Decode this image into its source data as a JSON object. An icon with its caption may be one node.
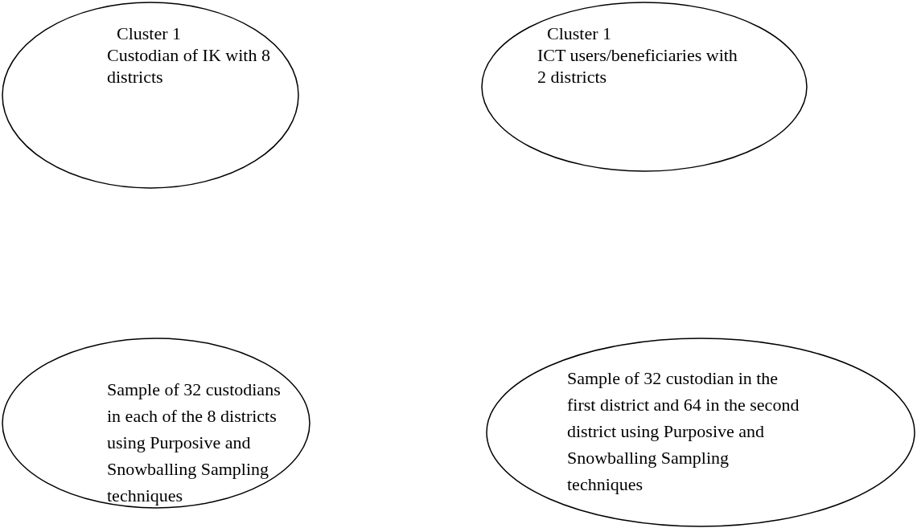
{
  "diagram": {
    "nodes": [
      {
        "text": [
          "Cluster 1",
          "Custodian of IK with 8 districts"
        ]
      },
      {
        "text": [
          "Cluster 1",
          "ICT users/beneficiaries with 2 districts"
        ]
      },
      {
        "text": [
          "Sample of 32 custodians in each of the 8 districts using Purposive and Snowballing Sampling techniques"
        ]
      },
      {
        "text": [
          "Sample of 32 custodian in the first district and 64 in the second district using Purposive and Snowballing Sampling techniques"
        ]
      }
    ]
  }
}
